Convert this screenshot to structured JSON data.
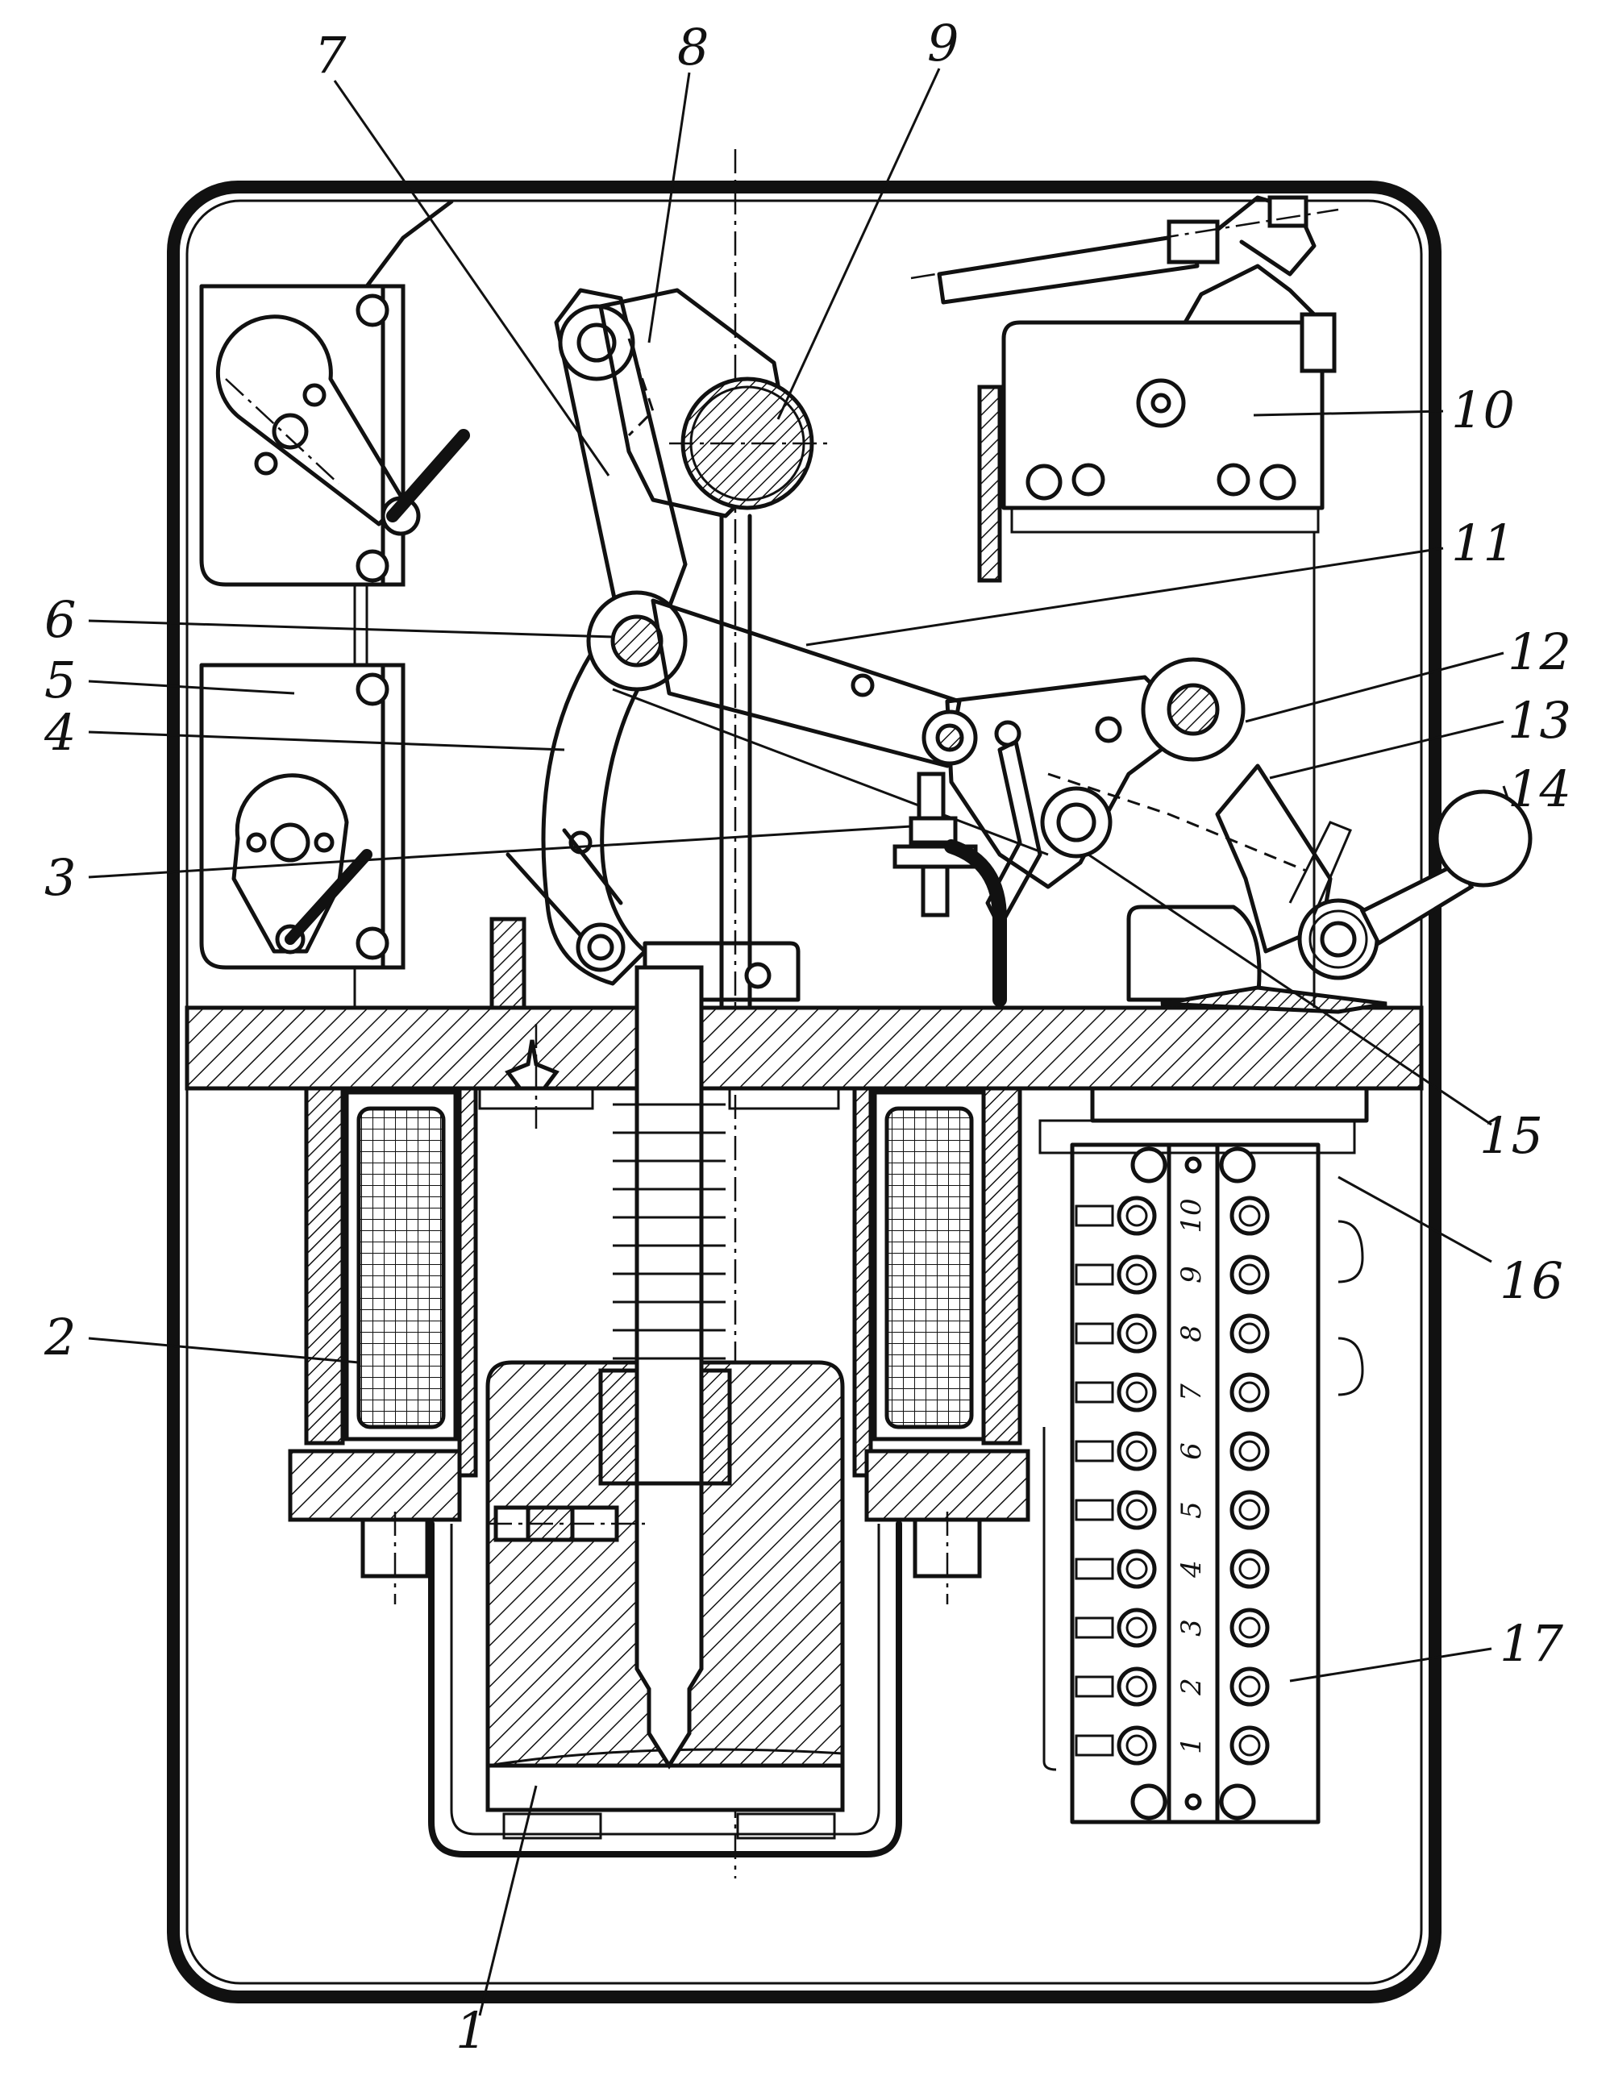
{
  "callouts": [
    "1",
    "2",
    "3",
    "4",
    "5",
    "6",
    "7",
    "8",
    "9",
    "10",
    "11",
    "12",
    "13",
    "14",
    "15",
    "16",
    "17"
  ],
  "terminal_numbers": [
    "1",
    "2",
    "3",
    "4",
    "5",
    "6",
    "7",
    "8",
    "9",
    "10"
  ]
}
